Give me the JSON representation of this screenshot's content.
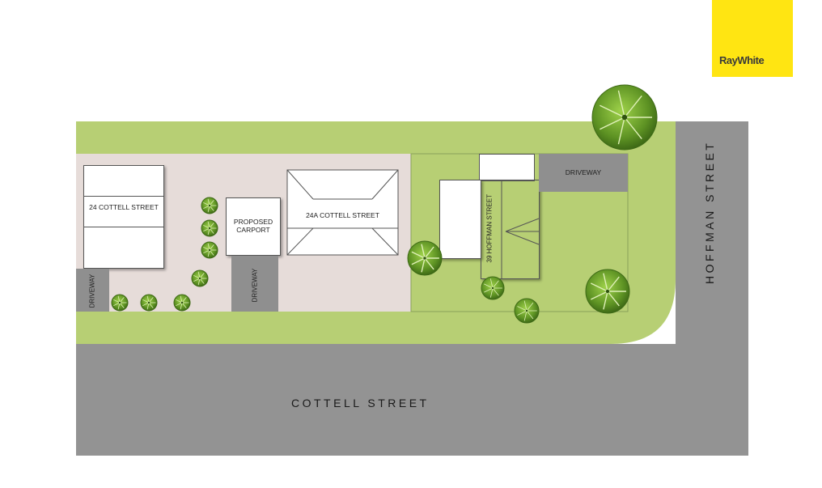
{
  "brand": {
    "name": "RayWhite",
    "color": "#ffe512"
  },
  "streets": {
    "bottom": "COTTELL STREET",
    "right": "HOFFMAN STREET"
  },
  "buildings": {
    "house_24": "24 COTTELL STREET",
    "carport": "PROPOSED\nCARPORT",
    "house_24a": "24A COTTELL STREET",
    "house_39": "39 HOFFMAN STREET"
  },
  "driveways": {
    "left": "DRIVEWAY",
    "middle": "DRIVEWAY",
    "right": "DRIVEWAY"
  },
  "colors": {
    "road": "#939393",
    "lawn": "#b7cf74",
    "lot": "#e6dcd9",
    "tree": "#6a9a2a"
  }
}
